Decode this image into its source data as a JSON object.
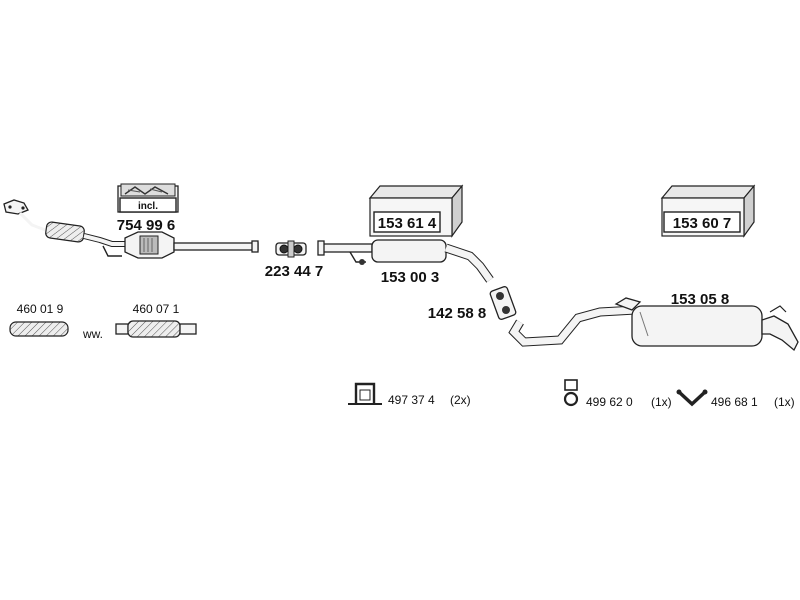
{
  "parts": {
    "catalyst_kit": {
      "number": "754 99 6",
      "box_label": "incl."
    },
    "middle_box": {
      "number": "153 61 4"
    },
    "rear_box": {
      "number": "153 60 7"
    },
    "connector_1": {
      "number": "223 44 7"
    },
    "middle_silencer": {
      "number": "153 00 3"
    },
    "connector_2": {
      "number": "142 58 8"
    },
    "rear_silencer": {
      "number": "153 05 8"
    },
    "flex_pipe_1": {
      "number": "460 01 9"
    },
    "flex_pipe_2": {
      "number": "460 07 1"
    },
    "alt_separator": "ww.",
    "clamp": {
      "number": "497 37 4",
      "qty": "(2x)"
    },
    "rubber_mount": {
      "number": "499 62 0",
      "qty": "(1x)"
    },
    "hanger": {
      "number": "496 68 1",
      "qty": "(1x)"
    }
  }
}
